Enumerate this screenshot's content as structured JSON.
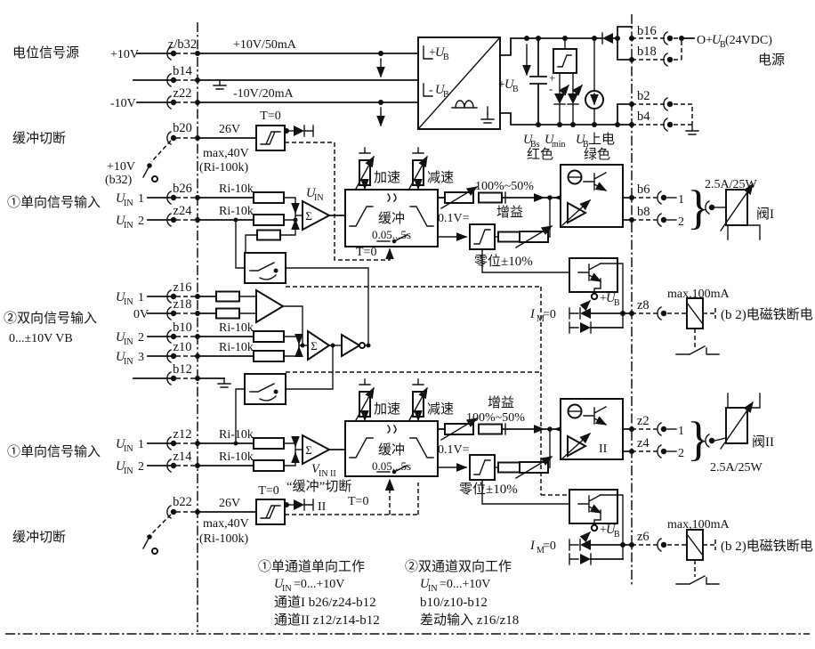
{
  "page": {
    "bg": "#ffffff",
    "ink": "#111111"
  },
  "sym": {
    "U": "U",
    "V": "V",
    "I": "I",
    "plus": "+",
    "minus": "-",
    "IN": "IN",
    "INII": "IN II",
    "B": "B",
    "Bs": "Bs",
    "min": "min",
    "M": "M",
    "n1": "1",
    "n2": "2",
    "n3": "3",
    "eq0": "=0"
  },
  "left": {
    "source": "电位信号源",
    "buffer_cut": "缓冲切断",
    "ch1": "①单向信号输入",
    "ch2": "②双向信号输入",
    "ch2_range": "0...±10V VB",
    "p10": "+10V",
    "m10": "-10V",
    "ov": "0V",
    "b32a": "+10V",
    "b32b": "(b32)"
  },
  "pins": {
    "zb32": "z/b32",
    "b14": "b14",
    "z22": "z22",
    "b20": "b20",
    "b26": "b26",
    "z24": "z24",
    "z16": "z16",
    "z18": "z18",
    "b10": "b10",
    "z10": "z10",
    "b12": "b12",
    "z12": "z12",
    "z14": "z14",
    "b22": "b22",
    "b16": "b16",
    "b18": "b18",
    "b2": "b2",
    "b4": "b4",
    "b6": "b6",
    "b8": "b8",
    "z8": "z8",
    "z2": "z2",
    "z4": "z4",
    "z6": "z6"
  },
  "net": {
    "p10_50": "+10V/50mA",
    "m10_20": "-10V/20mA",
    "v26": "26V",
    "max40": "max,40V",
    "ri100k": "(Ri-100k)",
    "ri10k": "Ri-10k"
  },
  "blk": {
    "t0": "T=0",
    "acc": "加速",
    "dec": "减速",
    "buf": "缓冲",
    "buf_t": "0.05...5s",
    "gain_pct": "100%~50%",
    "gain": "增益",
    "v01": "0.1V=",
    "zero": "零位±10%",
    "buf_cut": "“缓冲”切断",
    "r2": "II",
    "sigma": "Σ"
  },
  "pwr": {
    "o_plus": "O+",
    "v24": "(24VDC)",
    "supply": "电源",
    "red": "红色",
    "green": "绿色",
    "on": "上电"
  },
  "out": {
    "rating": "2.5A/25W",
    "valve1": "阀I",
    "valve2": "阀II",
    "max100": "max,100mA",
    "sol": "(b 2)电磁铁断电",
    "one": "1",
    "two": "2"
  },
  "notes": {
    "h1": "①单通道单向工作",
    "tail1": "=0...+10V",
    "c1": "通道I b26/z24-b12",
    "c2": "通道II z12/z14-b12",
    "h2": "②双通道双向工作",
    "c3": "b10/z10-b12",
    "c4": "差动输入 z16/z18"
  }
}
